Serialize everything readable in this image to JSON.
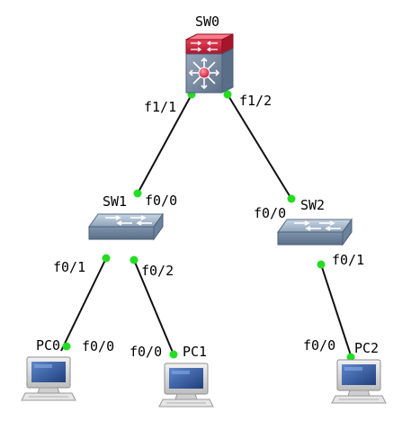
{
  "colors": {
    "link": "#111111",
    "port_dot": "#22dd22",
    "l3_switch_top": "#c8283c",
    "l3_switch_body": "#7b8ea6",
    "switch_body": "#8fa2b8",
    "pc_frame": "#d9d9d9",
    "pc_screen": "#3b62a8"
  },
  "devices": {
    "sw0": {
      "label": "SW0",
      "icon": "multilayer-switch-icon"
    },
    "sw1": {
      "label": "SW1",
      "icon": "switch-icon"
    },
    "sw2": {
      "label": "SW2",
      "icon": "switch-icon"
    },
    "pc0": {
      "label": "PC0",
      "icon": "pc-icon"
    },
    "pc1": {
      "label": "PC1",
      "icon": "pc-icon"
    },
    "pc2": {
      "label": "PC2",
      "icon": "pc-icon"
    }
  },
  "links": [
    {
      "from": "SW0",
      "from_port": "f1/1",
      "to": "SW1",
      "to_port": "f0/0"
    },
    {
      "from": "SW0",
      "from_port": "f1/2",
      "to": "SW2",
      "to_port": "f0/0"
    },
    {
      "from": "SW1",
      "from_port": "f0/1",
      "to": "PC0",
      "to_port": "f0/0"
    },
    {
      "from": "SW1",
      "from_port": "f0/2",
      "to": "PC1",
      "to_port": "f0/0"
    },
    {
      "from": "SW2",
      "from_port": "f0/1",
      "to": "PC2",
      "to_port": "f0/0"
    }
  ]
}
